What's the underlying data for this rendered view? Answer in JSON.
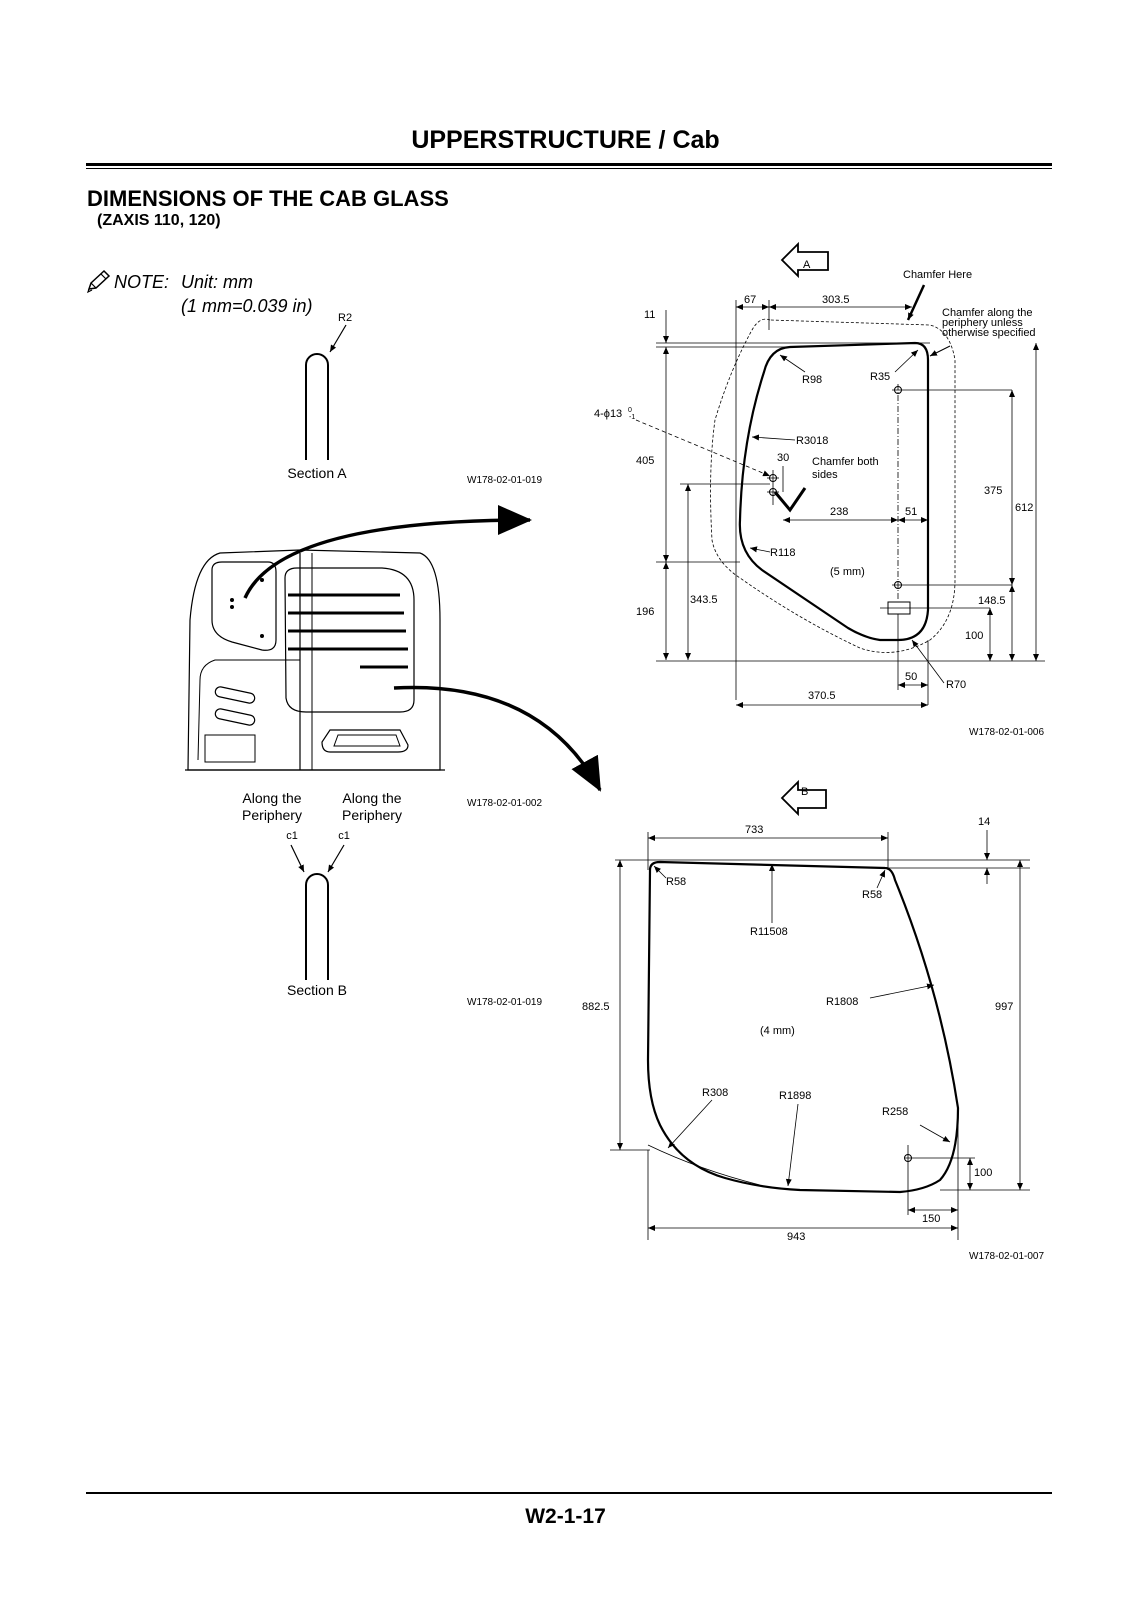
{
  "header": {
    "title": "UPPERSTRUCTURE / Cab"
  },
  "section": {
    "title": "DIMENSIONS OF THE CAB GLASS",
    "subtitle": "(ZAXIS 110, 120)"
  },
  "note": {
    "label": "NOTE:",
    "line1": "Unit: mm",
    "line2": "(1 mm=0.039 in)"
  },
  "section_a": {
    "radius_label": "R2",
    "caption": "Section A",
    "code": "W178-02-01-019"
  },
  "cab_overview": {
    "code": "W178-02-01-002",
    "left_label_line1": "Along the",
    "left_label_line2": "Periphery",
    "right_label_line1": "Along the",
    "right_label_line2": "Periphery"
  },
  "section_b": {
    "left_c": "c1",
    "right_c": "c1",
    "caption": "Section B",
    "code": "W178-02-01-019"
  },
  "glass_a": {
    "view_letter": "A",
    "code": "W178-02-01-006",
    "chamfer_here": "Chamfer Here",
    "chamfer_note_1": "Chamfer along the",
    "chamfer_note_2": "periphery unless",
    "chamfer_note_3": "otherwise specified",
    "hole_label": "4-ϕ13",
    "hole_tol_upper": "0",
    "hole_tol_lower": "-1",
    "chamfer_both_1": "Chamfer both",
    "chamfer_both_2": "sides",
    "thickness": "(5 mm)",
    "dims": {
      "d11": "11",
      "d67": "67",
      "d303_5": "303.5",
      "d405": "405",
      "d196": "196",
      "d343_5": "343.5",
      "d30": "30",
      "d238": "238",
      "d51": "51",
      "d375": "375",
      "d612": "612",
      "d148_5": "148.5",
      "d100": "100",
      "d50": "50",
      "d370_5": "370.5"
    },
    "radii": {
      "r98": "R98",
      "r35": "R35",
      "r3018": "R3018",
      "r118": "R118",
      "r70": "R70"
    }
  },
  "glass_b": {
    "view_letter": "B",
    "code": "W178-02-01-007",
    "thickness": "(4 mm)",
    "dims": {
      "d733": "733",
      "d14": "14",
      "d882_5": "882.5",
      "d997": "997",
      "d100": "100",
      "d150": "150",
      "d943": "943"
    },
    "radii": {
      "r58_left": "R58",
      "r58_right": "R58",
      "r11508": "R11508",
      "r1808": "R1808",
      "r308": "R308",
      "r1898": "R1898",
      "r258": "R258"
    }
  },
  "footer": {
    "page_number": "W2-1-17"
  }
}
